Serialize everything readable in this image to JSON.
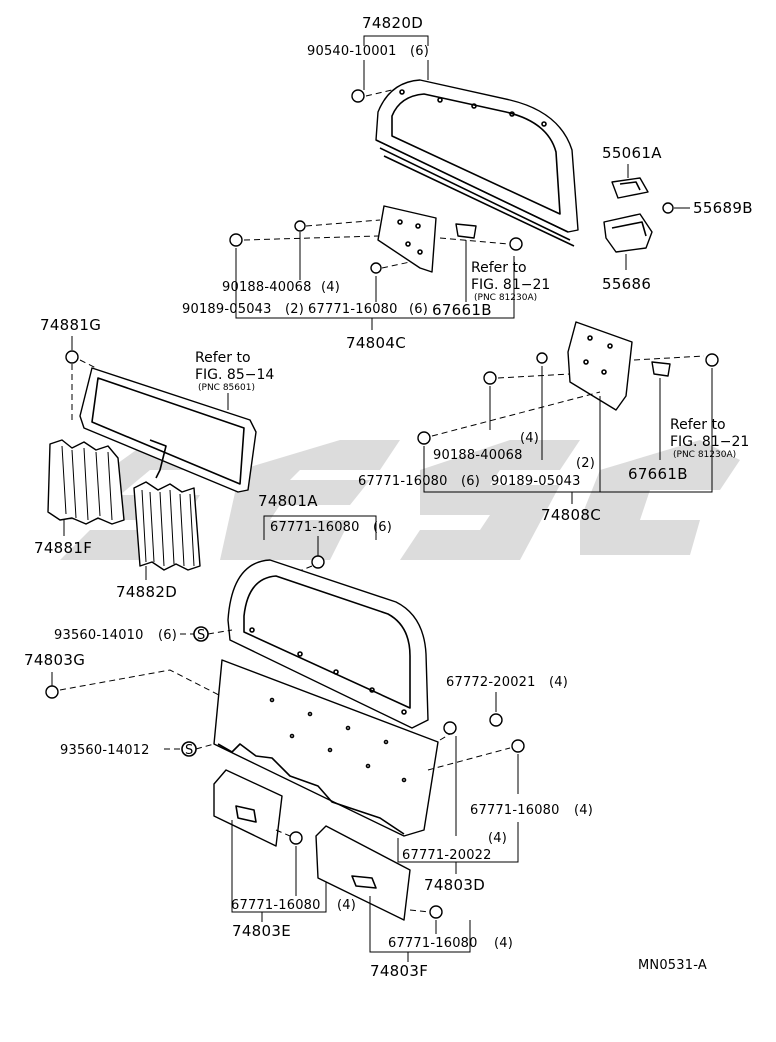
{
  "diagram_code": "MN0531-A",
  "watermark": "SESC",
  "top_assembly": {
    "number": "74820D",
    "bolt": {
      "number": "90540-10001",
      "qty": "(6)"
    }
  },
  "upper_right": {
    "part_a": "55061A",
    "part_b": "55689B",
    "part_c": "55686"
  },
  "sub_74804C": {
    "number": "74804C",
    "screw": {
      "number": "90188-40068",
      "qty": "(4)"
    },
    "clip": {
      "number": "90189-05043",
      "qty": "(2)"
    },
    "fastener": {
      "number": "67771-16080",
      "qty": "(6)"
    },
    "bracket": "67661B",
    "ref_label": "Refer to",
    "ref_fig": "FIG. 81−21",
    "ref_pnc": "(PNC 81230A)"
  },
  "left_group": {
    "clip_top": "74881G",
    "ref_label": "Refer to",
    "ref_fig": "FIG. 85−14",
    "ref_pnc": "(PNC 85601)",
    "curtain_left": "74881F",
    "curtain_right": "74882D"
  },
  "sub_74808C": {
    "number": "74808C",
    "screw": {
      "number": "90188-40068",
      "qty": "(4)"
    },
    "fastener": {
      "number": "67771-16080",
      "qty": "(6)"
    },
    "clip": {
      "number": "90189-05043",
      "qty": "(2)"
    },
    "bracket": "67661B",
    "ref_label": "Refer to",
    "ref_fig": "FIG. 81−21",
    "ref_pnc": "(PNC 81230A)"
  },
  "sub_74801A": {
    "number": "74801A",
    "fastener": {
      "number": "67771-16080",
      "qty": "(6)"
    }
  },
  "lower_group": {
    "screw_a": {
      "number": "93560-14010",
      "qty": "(6)"
    },
    "clip_g": "74803G",
    "screw_b": "93560-14012",
    "symbol_s": "S",
    "retainer": {
      "number": "67772-20021",
      "qty": "(4)"
    },
    "fastener_r": {
      "number": "67771-16080",
      "qty": "(4)"
    },
    "pin": {
      "number": "67771-20022",
      "qty": "(4)"
    },
    "assembly_d": "74803D",
    "fastener_e": {
      "number": "67771-16080",
      "qty": "(4)"
    },
    "assembly_e": "74803E",
    "fastener_f": {
      "number": "67771-16080",
      "qty": "(4)"
    },
    "assembly_f": "74803F"
  }
}
